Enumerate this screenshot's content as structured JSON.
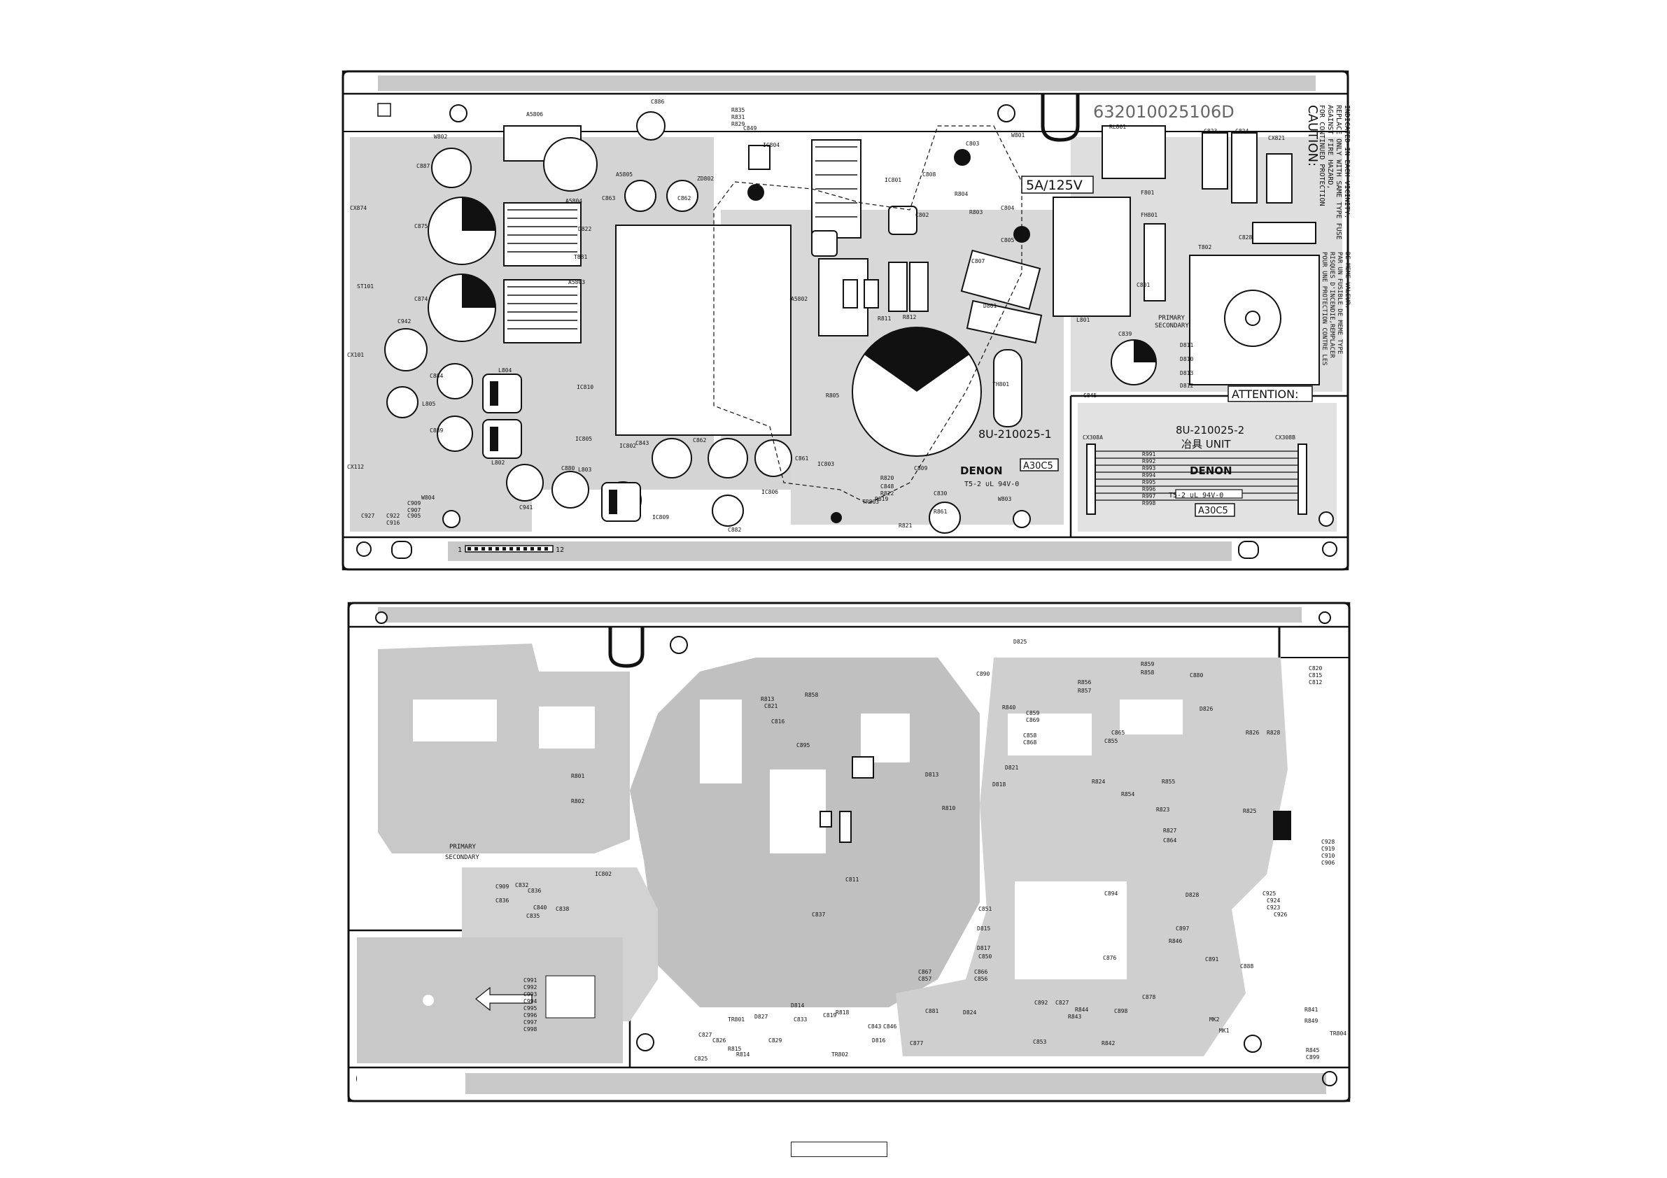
{
  "top_board": {
    "part_number": "632010025106D",
    "fuse_rating": "5A/125V",
    "caution_title": "CAUTION:",
    "caution_lines": [
      "FOR CONTINUED PROTECTION",
      "AGAINST FIRE HAZARD,",
      "REPLACE ONLY WITH SAME TYPE FUSE",
      "INDICATED IN EACH VICINITY."
    ],
    "attention_title": "ATTENTION:",
    "attention_lines": [
      "POUR UNE PROTECTION CONTRE LES",
      "RISQUES D'INCENDIE,REMPLACER",
      "PAR UN FUSIBLE DE MEME TYPE",
      "DE MEME VALEUR."
    ],
    "unit_code_1": "8U-210025-1",
    "unit_code_2": "8U-210025-2",
    "unit_name": "冶具 UNIT",
    "brand": "DENON",
    "cert": "T5-2 ∪L 94V-0",
    "rev": "A30C5",
    "primary": "PRIMARY",
    "secondary": "SECONDARY",
    "connector_start": "1",
    "connector_end": "12",
    "components": [
      {
        "t": "A5806"
      },
      {
        "t": "C886"
      },
      {
        "t": "R835"
      },
      {
        "t": "R831"
      },
      {
        "t": "R829"
      },
      {
        "t": "C849"
      },
      {
        "t": "W801"
      },
      {
        "t": "RL801"
      },
      {
        "t": "C823"
      },
      {
        "t": "C824"
      },
      {
        "t": "CX821"
      },
      {
        "t": "W802"
      },
      {
        "t": "C887"
      },
      {
        "t": "IC804"
      },
      {
        "t": "C803"
      },
      {
        "t": "C808"
      },
      {
        "t": "C863"
      },
      {
        "t": "C862"
      },
      {
        "t": "ZD802"
      },
      {
        "t": "A5805"
      },
      {
        "t": "A5804"
      },
      {
        "t": "CX874"
      },
      {
        "t": "C875"
      },
      {
        "t": "D822"
      },
      {
        "t": "TB81"
      },
      {
        "t": "IC801"
      },
      {
        "t": "R804"
      },
      {
        "t": "R803"
      },
      {
        "t": "C804"
      },
      {
        "t": "C805"
      },
      {
        "t": "F801"
      },
      {
        "t": "FH801"
      },
      {
        "t": "C802"
      },
      {
        "t": "C828"
      },
      {
        "t": "T802"
      },
      {
        "t": "C807"
      },
      {
        "t": "C801"
      },
      {
        "t": "ST101"
      },
      {
        "t": "C874"
      },
      {
        "t": "A5803"
      },
      {
        "t": "A5802"
      },
      {
        "t": "R811"
      },
      {
        "t": "R812"
      },
      {
        "t": "D801"
      },
      {
        "t": "L801"
      },
      {
        "t": "C942"
      },
      {
        "t": "CX101"
      },
      {
        "t": "C839"
      },
      {
        "t": "D811"
      },
      {
        "t": "D810"
      },
      {
        "t": "D813"
      },
      {
        "t": "D812"
      },
      {
        "t": "C845"
      },
      {
        "t": "L804"
      },
      {
        "t": "C884"
      },
      {
        "t": "IC810"
      },
      {
        "t": "L805"
      },
      {
        "t": "R805"
      },
      {
        "t": "TH801"
      },
      {
        "t": "C889"
      },
      {
        "t": "IC805"
      },
      {
        "t": "CX112"
      },
      {
        "t": "L802"
      },
      {
        "t": "C843"
      },
      {
        "t": "C862"
      },
      {
        "t": "C861"
      },
      {
        "t": "C809"
      },
      {
        "t": "CX308A"
      },
      {
        "t": "CX308B"
      },
      {
        "t": "R991"
      },
      {
        "t": "R992"
      },
      {
        "t": "R993"
      },
      {
        "t": "R994"
      },
      {
        "t": "R995"
      },
      {
        "t": "R996"
      },
      {
        "t": "R997"
      },
      {
        "t": "R998"
      },
      {
        "t": "C880"
      },
      {
        "t": "L803"
      },
      {
        "t": "C941"
      },
      {
        "t": "IC803"
      },
      {
        "t": "R820"
      },
      {
        "t": "C848"
      },
      {
        "t": "R822"
      },
      {
        "t": "C830"
      },
      {
        "t": "W804"
      },
      {
        "t": "C909"
      },
      {
        "t": "C907"
      },
      {
        "t": "C905"
      },
      {
        "t": "C927"
      },
      {
        "t": "C922"
      },
      {
        "t": "C916"
      },
      {
        "t": "IC809"
      },
      {
        "t": "C882"
      },
      {
        "t": "IC806"
      },
      {
        "t": "TR803"
      },
      {
        "t": "R819"
      },
      {
        "t": "R821"
      },
      {
        "t": "R861"
      },
      {
        "t": "W803"
      },
      {
        "t": "IC802"
      }
    ]
  },
  "bottom_board": {
    "primary": "PRIMARY",
    "secondary": "SECONDARY",
    "components": [
      {
        "t": "D825"
      },
      {
        "t": "R859"
      },
      {
        "t": "R858"
      },
      {
        "t": "C880"
      },
      {
        "t": "C820"
      },
      {
        "t": "C815"
      },
      {
        "t": "C812"
      },
      {
        "t": "C890"
      },
      {
        "t": "R856"
      },
      {
        "t": "R857"
      },
      {
        "t": "R813"
      },
      {
        "t": "C821"
      },
      {
        "t": "R858"
      },
      {
        "t": "R840"
      },
      {
        "t": "C859"
      },
      {
        "t": "C869"
      },
      {
        "t": "D826"
      },
      {
        "t": "C816"
      },
      {
        "t": "C858"
      },
      {
        "t": "C868"
      },
      {
        "t": "C855"
      },
      {
        "t": "C865"
      },
      {
        "t": "R826"
      },
      {
        "t": "R828"
      },
      {
        "t": "C895"
      },
      {
        "t": "R801"
      },
      {
        "t": "D813"
      },
      {
        "t": "D821"
      },
      {
        "t": "D818"
      },
      {
        "t": "R824"
      },
      {
        "t": "R855"
      },
      {
        "t": "R802"
      },
      {
        "t": "R810"
      },
      {
        "t": "R854"
      },
      {
        "t": "R823"
      },
      {
        "t": "R825"
      },
      {
        "t": "R827"
      },
      {
        "t": "C864"
      },
      {
        "t": "C928"
      },
      {
        "t": "C919"
      },
      {
        "t": "C910"
      },
      {
        "t": "C906"
      },
      {
        "t": "IC802"
      },
      {
        "t": "C909"
      },
      {
        "t": "C832"
      },
      {
        "t": "C836"
      },
      {
        "t": "C840"
      },
      {
        "t": "C838"
      },
      {
        "t": "C835"
      },
      {
        "t": "C836"
      },
      {
        "t": "C811"
      },
      {
        "t": "C837"
      },
      {
        "t": "C851"
      },
      {
        "t": "D815"
      },
      {
        "t": "D817"
      },
      {
        "t": "C850"
      },
      {
        "t": "C894"
      },
      {
        "t": "D828"
      },
      {
        "t": "C897"
      },
      {
        "t": "R846"
      },
      {
        "t": "C925"
      },
      {
        "t": "C924"
      },
      {
        "t": "C923"
      },
      {
        "t": "C926"
      },
      {
        "t": "C876"
      },
      {
        "t": "C878"
      },
      {
        "t": "C891"
      },
      {
        "t": "C888"
      },
      {
        "t": "C867"
      },
      {
        "t": "C857"
      },
      {
        "t": "C866"
      },
      {
        "t": "C856"
      },
      {
        "t": "C991"
      },
      {
        "t": "C992"
      },
      {
        "t": "C993"
      },
      {
        "t": "C994"
      },
      {
        "t": "C995"
      },
      {
        "t": "C996"
      },
      {
        "t": "C997"
      },
      {
        "t": "C998"
      },
      {
        "t": "C892"
      },
      {
        "t": "C827"
      },
      {
        "t": "R844"
      },
      {
        "t": "R843"
      },
      {
        "t": "C898"
      },
      {
        "t": "C881"
      },
      {
        "t": "D824"
      },
      {
        "t": "C877"
      },
      {
        "t": "C853"
      },
      {
        "t": "R842"
      },
      {
        "t": "TR801"
      },
      {
        "t": "D827"
      },
      {
        "t": "D814"
      },
      {
        "t": "C833"
      },
      {
        "t": "C819"
      },
      {
        "t": "R818"
      },
      {
        "t": "C843"
      },
      {
        "t": "C846"
      },
      {
        "t": "C827"
      },
      {
        "t": "C826"
      },
      {
        "t": "R815"
      },
      {
        "t": "R814"
      },
      {
        "t": "C829"
      },
      {
        "t": "TR802"
      },
      {
        "t": "D816"
      },
      {
        "t": "C825"
      },
      {
        "t": "R841"
      },
      {
        "t": "R849"
      },
      {
        "t": "R845"
      },
      {
        "t": "C899"
      },
      {
        "t": "TR804"
      },
      {
        "t": "MK2"
      },
      {
        "t": "MK1"
      }
    ]
  },
  "colors": {
    "ink": "#111111",
    "copper": "#c8c8c8",
    "board": "#ffffff",
    "pad": "#222222"
  }
}
